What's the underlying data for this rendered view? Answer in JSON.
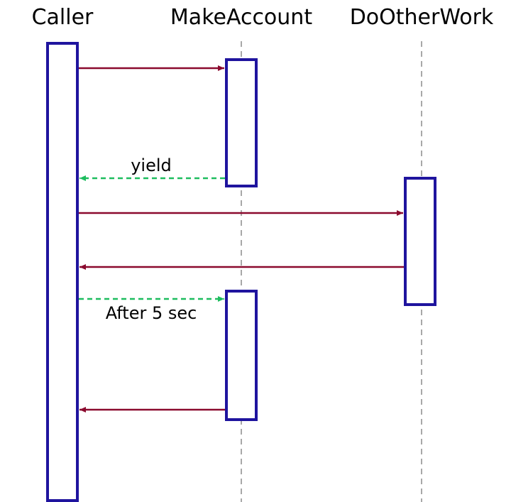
{
  "colors": {
    "activation_stroke": "#1f149e",
    "call_arrow": "#8b0a2e",
    "async_arrow": "#1ebd5f",
    "lifeline": "#a8a8a8",
    "text": "#000000"
  },
  "participants": [
    {
      "id": "caller",
      "label": "Caller"
    },
    {
      "id": "make",
      "label": "MakeAccount"
    },
    {
      "id": "other",
      "label": "DoOtherWork"
    }
  ],
  "messages": [
    {
      "id": "m1",
      "from": "caller",
      "to": "make",
      "style": "solid",
      "label": ""
    },
    {
      "id": "m2",
      "from": "make",
      "to": "caller",
      "style": "dashed",
      "label": "yield"
    },
    {
      "id": "m3",
      "from": "caller",
      "to": "other",
      "style": "solid",
      "label": ""
    },
    {
      "id": "m4",
      "from": "other",
      "to": "caller",
      "style": "solid",
      "label": ""
    },
    {
      "id": "m5",
      "from": "caller",
      "to": "make",
      "style": "dashed",
      "label": "After 5 sec"
    },
    {
      "id": "m6",
      "from": "make",
      "to": "caller",
      "style": "solid",
      "label": ""
    }
  ]
}
